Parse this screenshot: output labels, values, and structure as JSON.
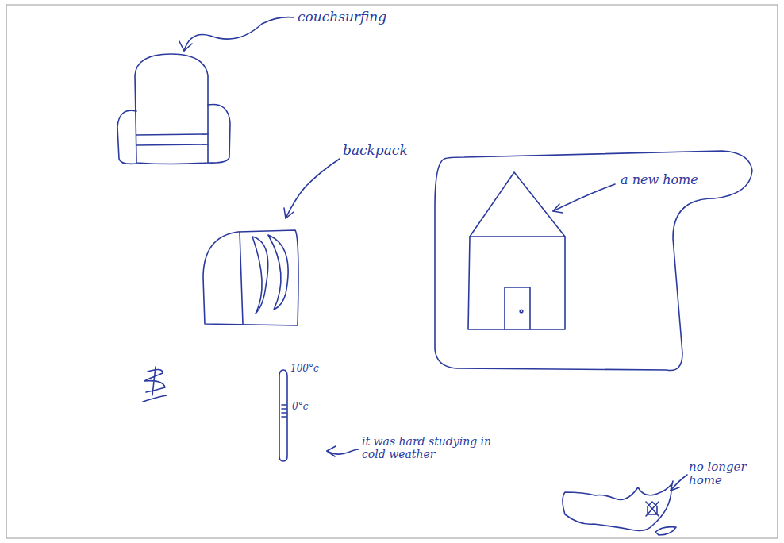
{
  "diagram": {
    "labels": [
      "couchsurfing",
      "backpack",
      "a new home",
      "100°c",
      "0°c",
      "it was hard studying in cold weather",
      "no longer home"
    ]
  }
}
